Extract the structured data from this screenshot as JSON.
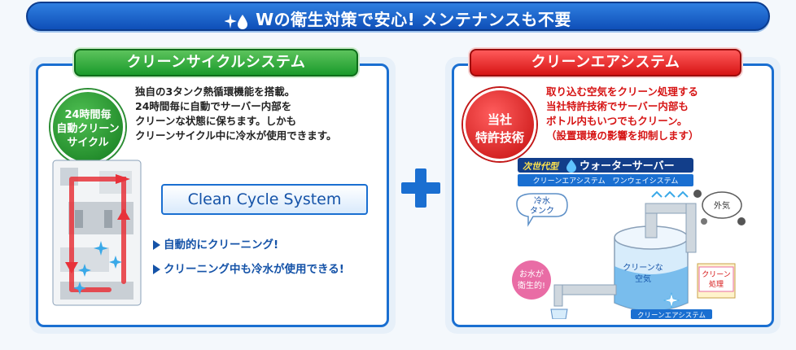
{
  "header": {
    "title": "Wの衛生対策で安心! メンテナンスも不要"
  },
  "left": {
    "title": "クリーンサイクルシステム",
    "badge": [
      "24時間毎",
      "自動クリーン",
      "サイクル"
    ],
    "desc": [
      "独自の3タンク熱循環機能を搭載。",
      "24時間毎に自動でサーバー内部を",
      "クリーンな状態に保ちます。しかも",
      "クリーンサイクル中に冷水が使用できます。"
    ],
    "cycle_label": "Clean Cycle System",
    "bullets": [
      "自動的にクリーニング!",
      "クリーニング中も冷水が使用できる!"
    ]
  },
  "right": {
    "title": "クリーンエアシステム",
    "badge": [
      "当社",
      "特許技術"
    ],
    "desc": [
      "取り込む空気をクリーン処理する",
      "当社特許技術でサーバー内部も",
      "ボトル内もいつでもクリーン。",
      "（設置環境の影響を抑制します）"
    ],
    "diagram": {
      "logo_prefix": "次世代型",
      "logo_main": "ウォーターサーバー",
      "subtitle": "クリーンエアシステム　ワンウェイシステム",
      "cold_tank": [
        "冷水",
        "タンク"
      ],
      "outside_air": "外気",
      "hygienic_water": [
        "お水が",
        "衛生的!"
      ],
      "clean_air": [
        "クリーンな",
        "空気"
      ],
      "clean_process": [
        "クリーン",
        "処理"
      ],
      "system_label": "クリーンエアシステム"
    }
  },
  "colors": {
    "blue": "#1a6fd1",
    "green": "#1a9a2b",
    "red": "#d61414"
  }
}
